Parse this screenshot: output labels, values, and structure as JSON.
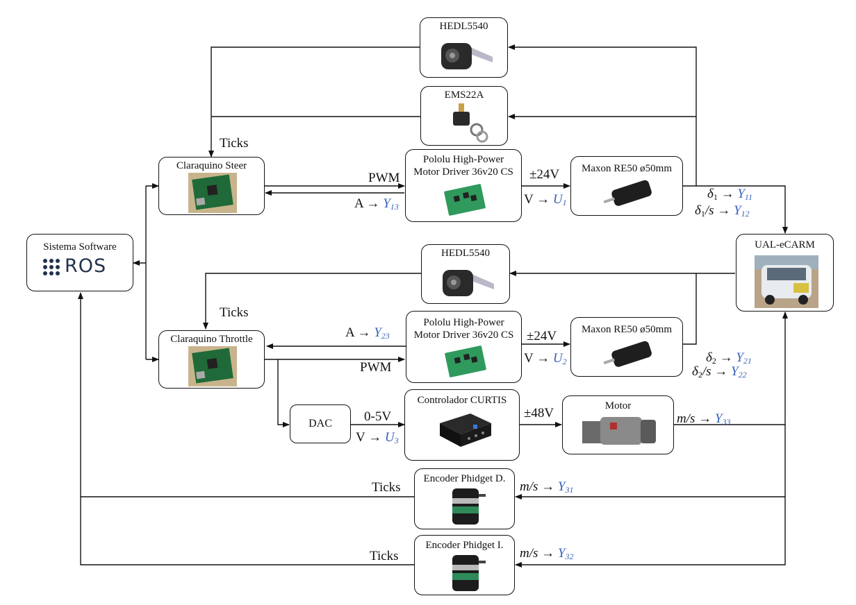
{
  "blocks": {
    "ros": {
      "title": "Sistema Software",
      "logo": "ROS"
    },
    "hedl_top": {
      "title": "HEDL5540"
    },
    "ems": {
      "title": "EMS22A"
    },
    "steer": {
      "title": "Claraquino Steer"
    },
    "pololu_top": {
      "title1": "Pololu High-Power",
      "title2": "Motor Driver 36v20 CS"
    },
    "maxon_top": {
      "title": "Maxon RE50 ø50mm"
    },
    "ecarm": {
      "title": "UAL-eCARM"
    },
    "hedl_mid": {
      "title": "HEDL5540"
    },
    "throttle": {
      "title": "Claraquino Throttle"
    },
    "pololu_bot": {
      "title1": "Pololu High-Power",
      "title2": "Motor Driver 36v20 CS"
    },
    "maxon_bot": {
      "title": "Maxon RE50 ø50mm"
    },
    "dac": {
      "title": "DAC"
    },
    "curtis": {
      "title": "Controlador CURTIS"
    },
    "motor": {
      "title": "Motor"
    },
    "enc_d": {
      "title": "Encoder Phidget D."
    },
    "enc_i": {
      "title": "Encoder Phidget I."
    }
  },
  "labels": {
    "ticks": "Ticks",
    "pwm": "PWM",
    "a_arrow": "A →",
    "v_arrow": "V →",
    "pm24": "±24V",
    "pm48": "±48V",
    "zero5": "0-5V",
    "ms_arrow": "m/s →",
    "d1": "δ",
    "d1s": "δ",
    "arrow": "→",
    "over_s": "/s"
  },
  "signals": {
    "y13": "Y",
    "y13_sub": "13",
    "u1": "U",
    "u1_sub": "1",
    "y11": "Y",
    "y11_sub": "11",
    "y12": "Y",
    "y12_sub": "12",
    "y23": "Y",
    "y23_sub": "23",
    "u2": "U",
    "u2_sub": "2",
    "y21": "Y",
    "y21_sub": "21",
    "y22": "Y",
    "y22_sub": "22",
    "u3": "U",
    "u3_sub": "3",
    "y33": "Y",
    "y33_sub": "33",
    "y31": "Y",
    "y31_sub": "31",
    "y32": "Y",
    "y32_sub": "32",
    "d1_sub": "1",
    "d2_sub": "2"
  },
  "colors": {
    "signal": "#3a62b8",
    "line": "#111111"
  }
}
